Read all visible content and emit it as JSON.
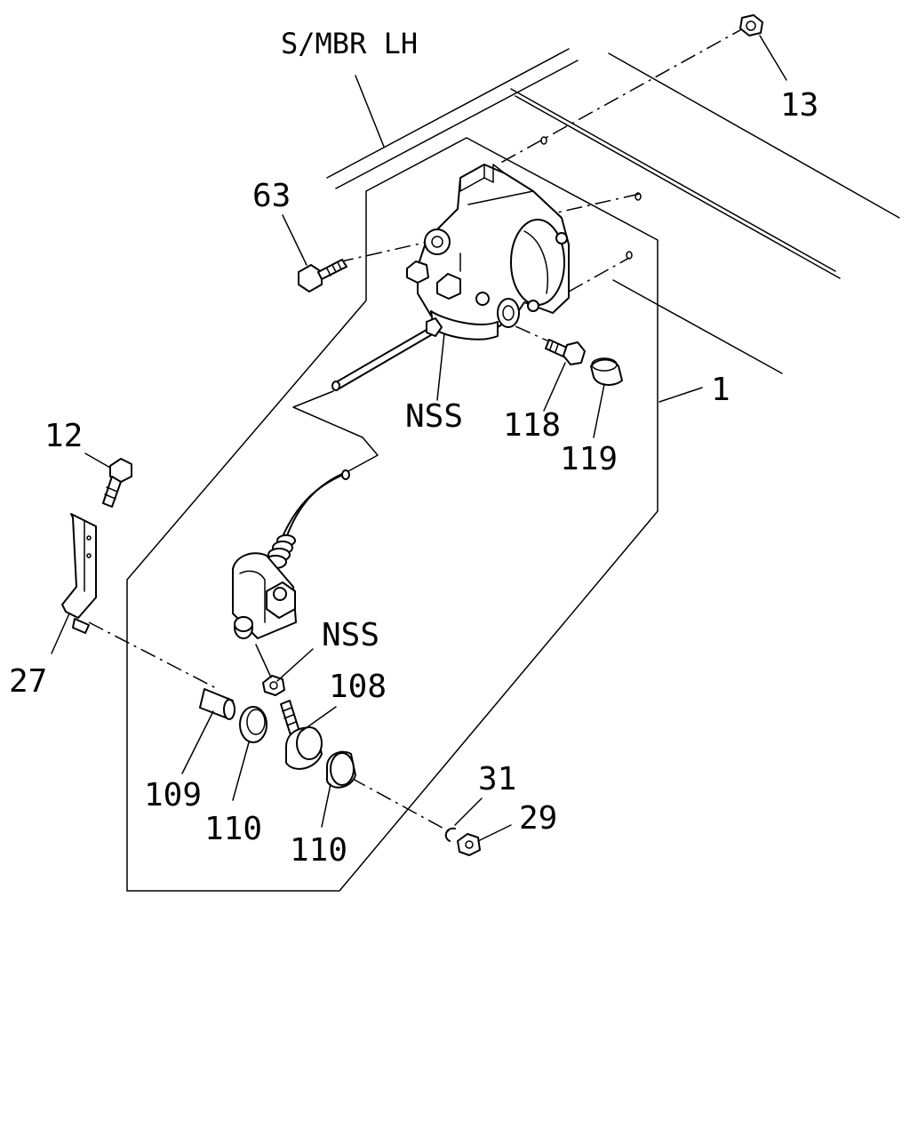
{
  "diagram": {
    "frame_label": "S/MBR LH",
    "callouts": {
      "c13": "13",
      "c63": "63",
      "c1": "1",
      "c12": "12",
      "c27": "27",
      "nss_top": "NSS",
      "c118": "118",
      "c119": "119",
      "nss_mid": "NSS",
      "c108": "108",
      "c109": "109",
      "c110a": "110",
      "c110b": "110",
      "c31": "31",
      "c29": "29"
    }
  }
}
